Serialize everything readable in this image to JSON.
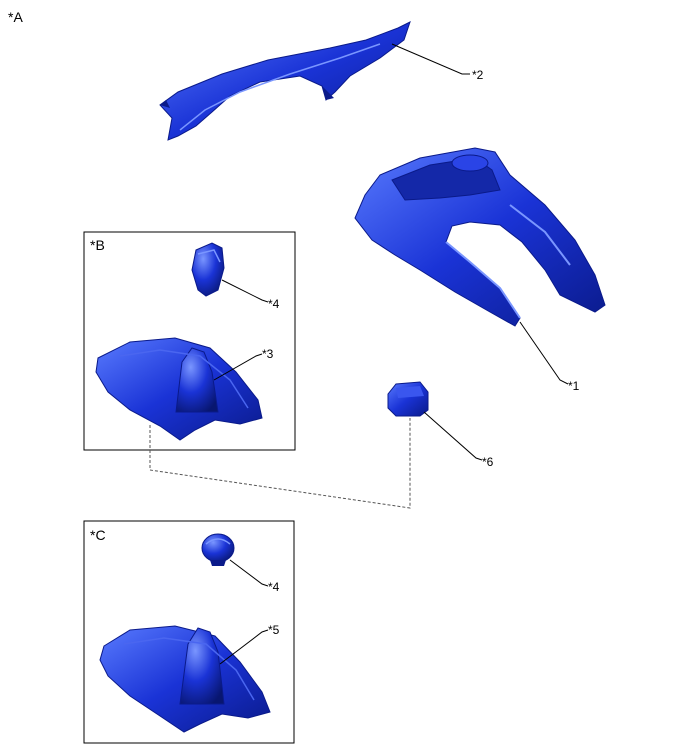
{
  "view_label": "*A",
  "inset_b_label": "*B",
  "inset_c_label": "*C",
  "callouts": {
    "c1": "*1",
    "c2": "*2",
    "c3": "*3",
    "c4_b": "*4",
    "c4_c": "*4",
    "c5": "*5",
    "c6": "*6"
  },
  "colors": {
    "part_fill": "#1a33d6",
    "part_dark": "#0a1a8a",
    "part_light": "#5a7cff"
  }
}
